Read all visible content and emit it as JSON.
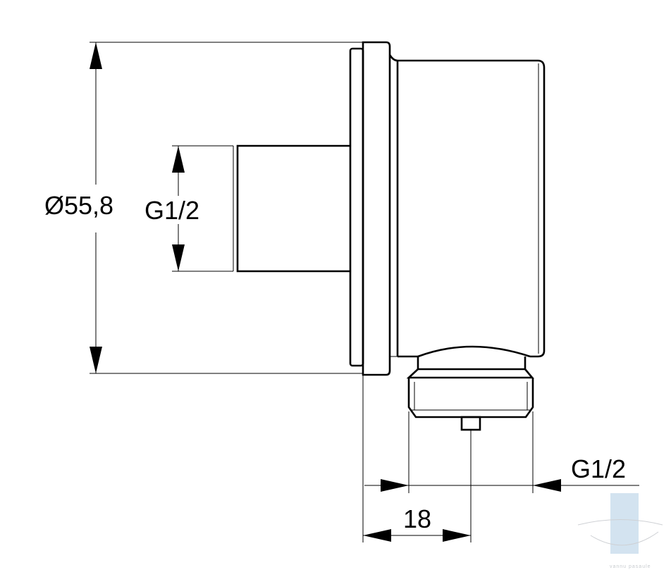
{
  "dimensions": {
    "diameter_label": "Ø55,8",
    "inlet_thread_label": "G1/2",
    "outlet_thread_label": "G1/2",
    "offset_label": "18"
  },
  "watermark": {
    "text": "vannu pasaule"
  }
}
